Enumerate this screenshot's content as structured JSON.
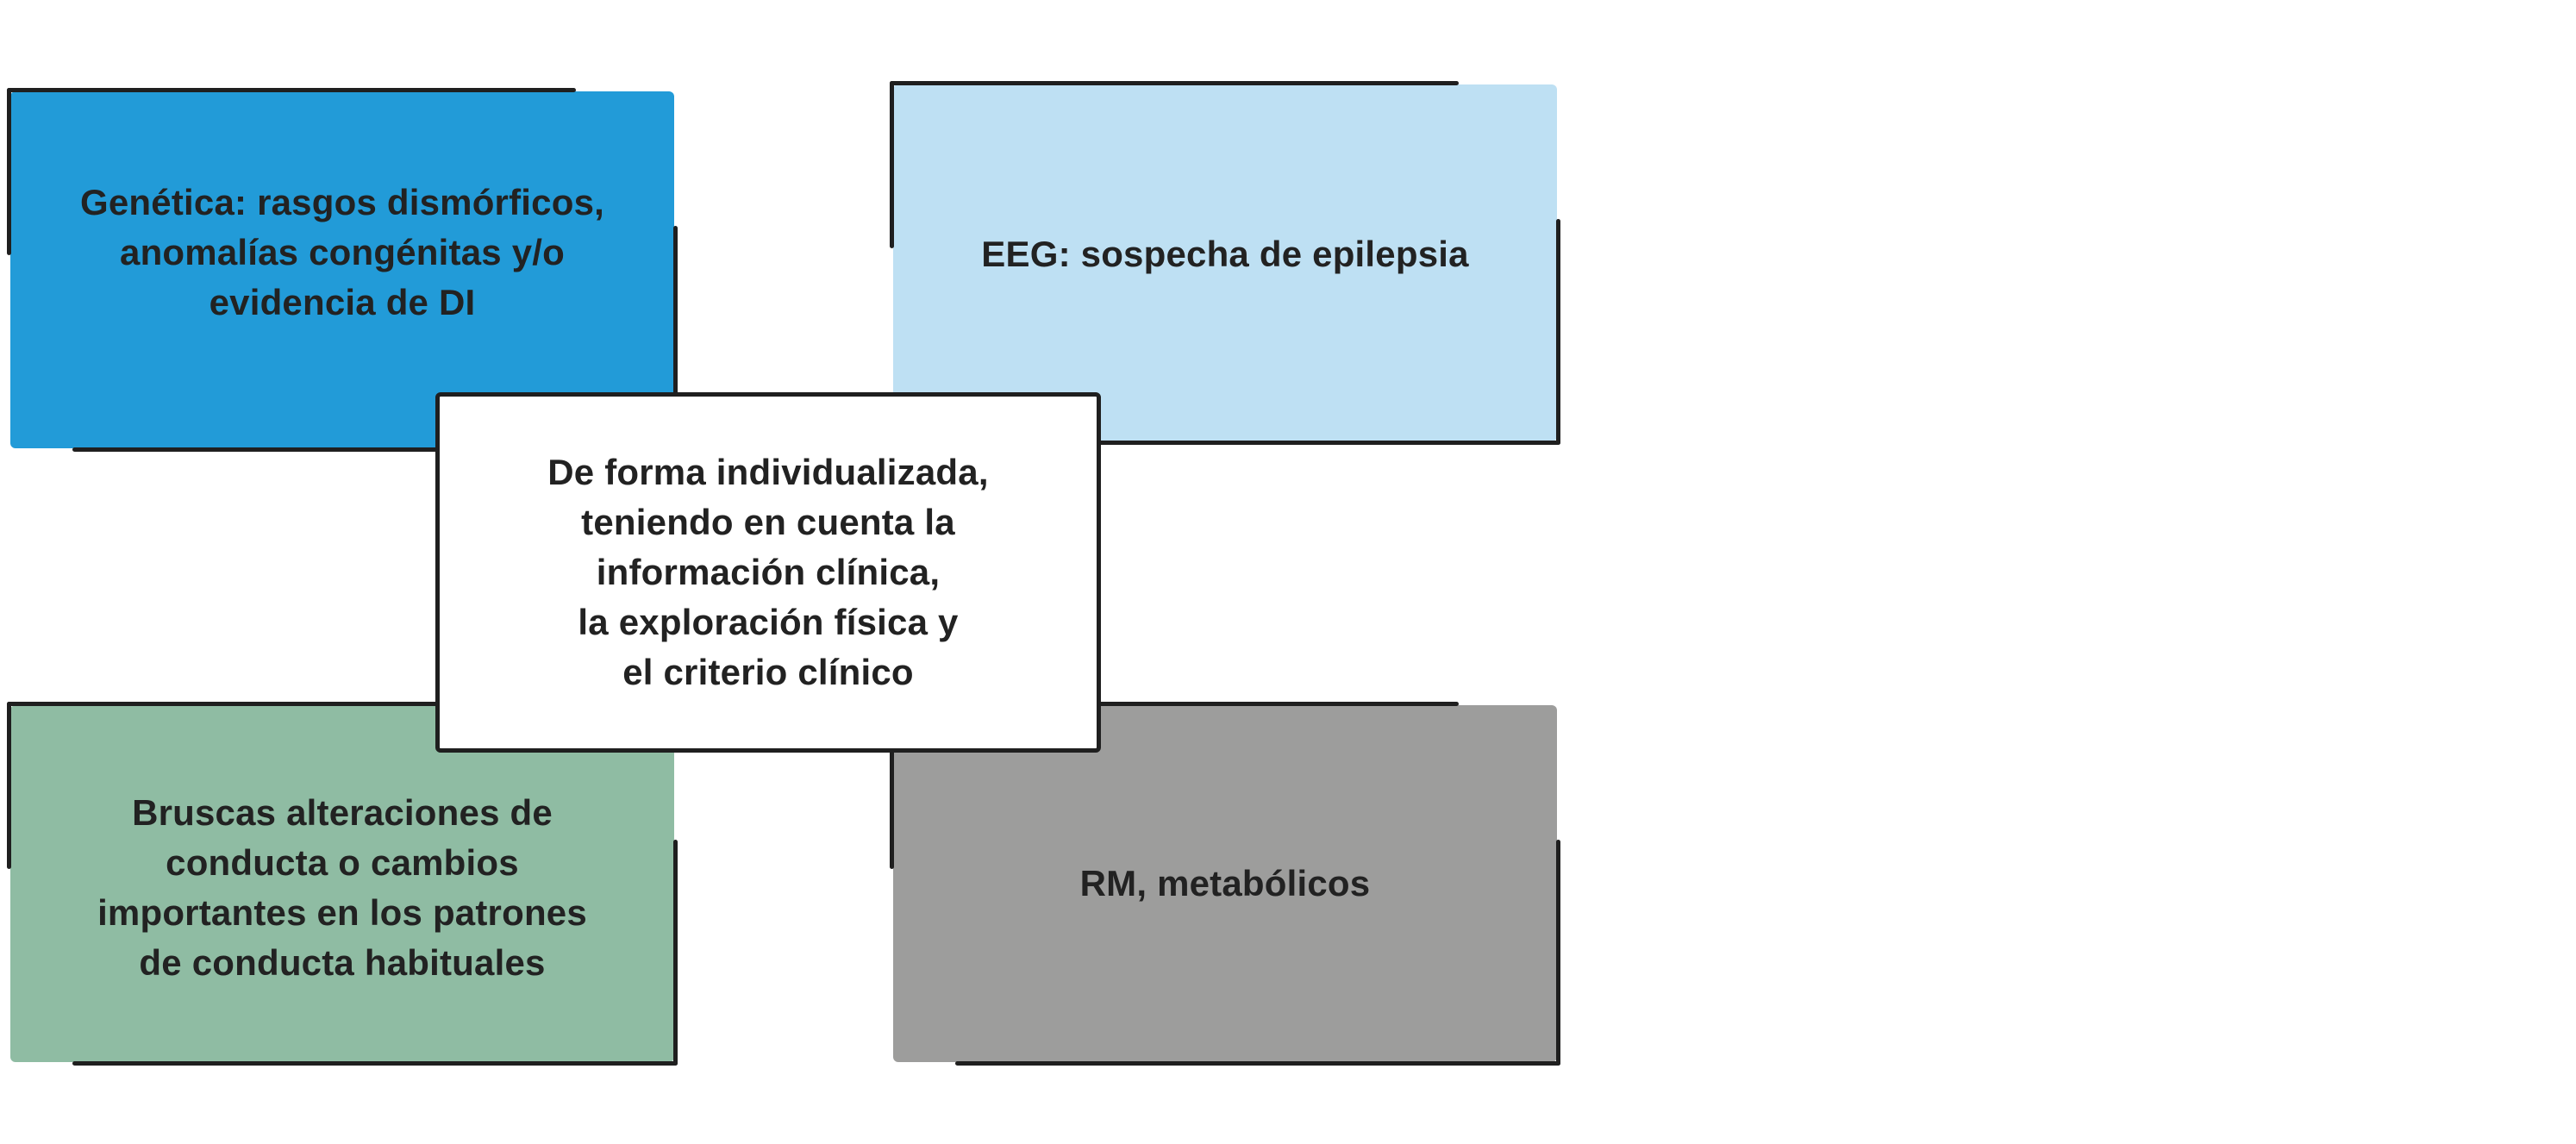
{
  "diagram": {
    "boxes": {
      "genetica": {
        "text": "Genética: rasgos dismórficos,\nanomalías congénitas y/o\nevidencia de DI",
        "color": "#229bd8"
      },
      "eeg": {
        "text": "EEG: sospecha de epilepsia",
        "color": "#bee0f3"
      },
      "conducta": {
        "text": "Bruscas alteraciones de\nconducta o cambios\nimportantes en los patrones\nde conducta habituales",
        "color": "#8fbca3"
      },
      "rm": {
        "text": "RM, metabólicos",
        "color": "#9d9d9c"
      },
      "center": {
        "text": "De forma individualizada,\nteniendo en cuenta la\ninformación clínica,\nla exploración física y\nel criterio clínico",
        "color": "#ffffff"
      }
    },
    "outline_color": "#1f1f1f"
  }
}
